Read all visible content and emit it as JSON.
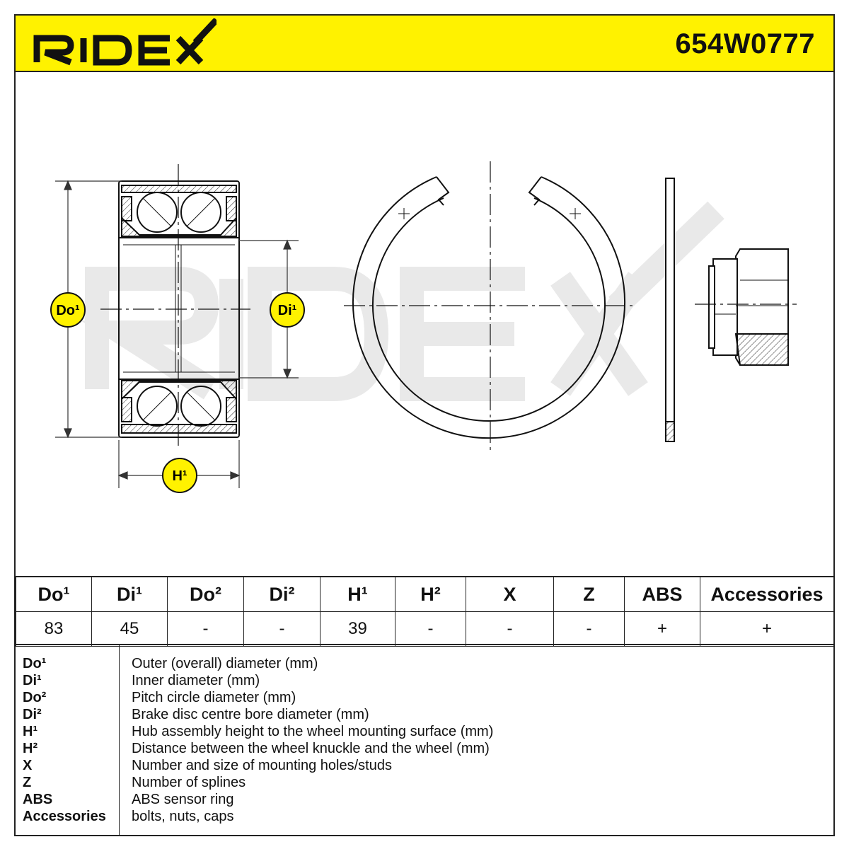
{
  "brand": "RIDEX",
  "part_number": "654W0777",
  "colors": {
    "accent": "#fff200",
    "ink": "#222222",
    "watermark": "#e9e9e9"
  },
  "drawing": {
    "badges": {
      "do": "Do¹",
      "di": "Di¹",
      "h": "H¹"
    }
  },
  "table": {
    "headers": [
      "Do¹",
      "Di¹",
      "Do²",
      "Di²",
      "H¹",
      "H²",
      "X",
      "Z",
      "ABS",
      "Accessories"
    ],
    "values": [
      "83",
      "45",
      "-",
      "-",
      "39",
      "-",
      "-",
      "-",
      "+",
      "+"
    ]
  },
  "legend": [
    {
      "key": "Do¹",
      "desc": "Outer (overall) diameter (mm)"
    },
    {
      "key": "Di¹",
      "desc": "Inner diameter (mm)"
    },
    {
      "key": "Do²",
      "desc": "Pitch circle diameter (mm)"
    },
    {
      "key": "Di²",
      "desc": "Brake disc centre bore diameter (mm)"
    },
    {
      "key": "H¹",
      "desc": "Hub assembly height to the wheel mounting surface (mm)"
    },
    {
      "key": "H²",
      "desc": "Distance between the wheel knuckle and the wheel (mm)"
    },
    {
      "key": "X",
      "desc": "Number and size of mounting holes/studs"
    },
    {
      "key": "Z",
      "desc": "Number of splines"
    },
    {
      "key": "ABS",
      "desc": "ABS sensor ring"
    },
    {
      "key": "Accessories",
      "desc": "bolts, nuts, caps"
    }
  ]
}
